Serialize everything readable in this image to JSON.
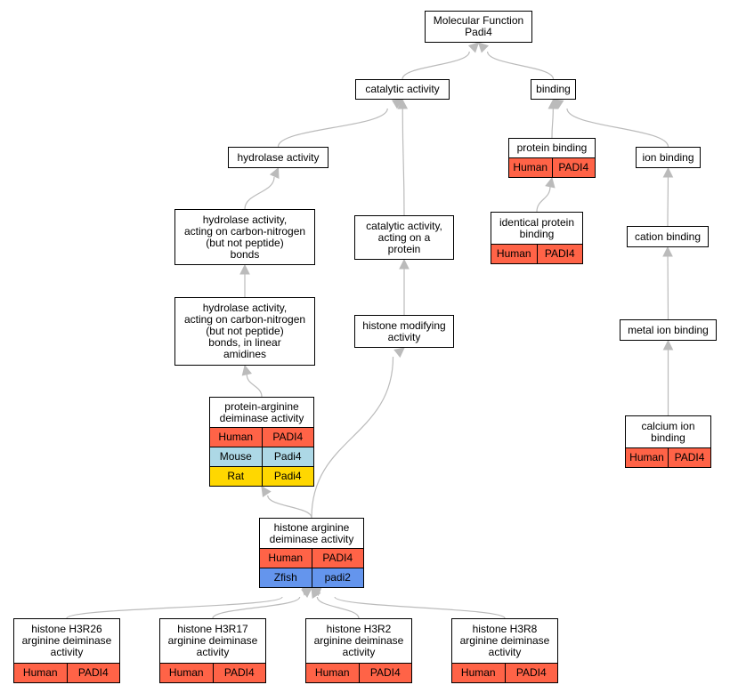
{
  "colors": {
    "Human": "#FF6347",
    "Mouse": "#ADD8E6",
    "Rat": "#FFD700",
    "Zfish": "#6495ED",
    "edge": "#BBBBBB"
  },
  "nodes": {
    "mf": {
      "label": "Molecular Function\nPadi4",
      "rows": []
    },
    "catalytic": {
      "label": "catalytic activity",
      "rows": []
    },
    "binding": {
      "label": "binding",
      "rows": []
    },
    "hydrolase": {
      "label": "hydrolase activity",
      "rows": []
    },
    "protein_binding": {
      "label": "protein binding",
      "rows": [
        [
          "Human",
          "PADI4"
        ]
      ]
    },
    "ion_binding": {
      "label": "ion binding",
      "rows": []
    },
    "hydro_cn": {
      "label": "hydrolase activity,\nacting on carbon-nitrogen\n(but not peptide)\nbonds",
      "rows": []
    },
    "cat_protein": {
      "label": "catalytic activity,\nacting on a\nprotein",
      "rows": []
    },
    "identical": {
      "label": "identical protein\nbinding",
      "rows": [
        [
          "Human",
          "PADI4"
        ]
      ]
    },
    "cation": {
      "label": "cation binding",
      "rows": []
    },
    "hydro_amid": {
      "label": "hydrolase activity,\nacting on carbon-nitrogen\n(but not peptide)\nbonds, in linear\namidines",
      "rows": []
    },
    "histone_mod": {
      "label": "histone modifying\nactivity",
      "rows": []
    },
    "metal": {
      "label": "metal ion binding",
      "rows": []
    },
    "pad": {
      "label": "protein-arginine\ndeiminase activity",
      "rows": [
        [
          "Human",
          "PADI4"
        ],
        [
          "Mouse",
          "Padi4"
        ],
        [
          "Rat",
          "Padi4"
        ]
      ]
    },
    "calcium": {
      "label": "calcium ion\nbinding",
      "rows": [
        [
          "Human",
          "PADI4"
        ]
      ]
    },
    "histone_deim": {
      "label": "histone arginine\ndeiminase activity",
      "rows": [
        [
          "Human",
          "PADI4"
        ],
        [
          "Zfish",
          "padi2"
        ]
      ]
    },
    "h3r26": {
      "label": "histone H3R26\narginine deiminase\nactivity",
      "rows": [
        [
          "Human",
          "PADI4"
        ]
      ]
    },
    "h3r17": {
      "label": "histone H3R17\narginine deiminase\nactivity",
      "rows": [
        [
          "Human",
          "PADI4"
        ]
      ]
    },
    "h3r2": {
      "label": "histone H3R2\narginine deiminase\nactivity",
      "rows": [
        [
          "Human",
          "PADI4"
        ]
      ]
    },
    "h3r8": {
      "label": "histone H3R8\narginine deiminase\nactivity",
      "rows": [
        [
          "Human",
          "PADI4"
        ]
      ]
    }
  },
  "edges": [
    [
      "catalytic",
      "mf"
    ],
    [
      "binding",
      "mf"
    ],
    [
      "hydrolase",
      "catalytic"
    ],
    [
      "cat_protein",
      "catalytic"
    ],
    [
      "protein_binding",
      "binding"
    ],
    [
      "ion_binding",
      "binding"
    ],
    [
      "hydro_cn",
      "hydrolase"
    ],
    [
      "hydro_amid",
      "hydro_cn"
    ],
    [
      "pad",
      "hydro_amid"
    ],
    [
      "histone_mod",
      "cat_protein"
    ],
    [
      "identical",
      "protein_binding"
    ],
    [
      "cation",
      "ion_binding"
    ],
    [
      "metal",
      "cation"
    ],
    [
      "calcium",
      "metal"
    ],
    [
      "histone_deim",
      "pad"
    ],
    [
      "histone_deim",
      "histone_mod"
    ],
    [
      "h3r26",
      "histone_deim"
    ],
    [
      "h3r17",
      "histone_deim"
    ],
    [
      "h3r2",
      "histone_deim"
    ],
    [
      "h3r8",
      "histone_deim"
    ]
  ]
}
